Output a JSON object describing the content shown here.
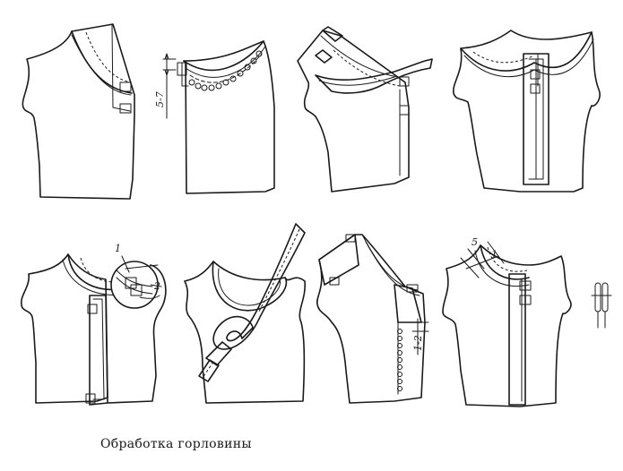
{
  "caption": "Обработка горловины",
  "labels": {
    "dim_5_7": "5-7",
    "dim_1_2": "1-2",
    "dim_5": "5",
    "dim_1": "1",
    "callout_1": "1",
    "callout_2": "2"
  },
  "colors": {
    "ink": "#1a1a1a",
    "paper": "#ffffff"
  }
}
